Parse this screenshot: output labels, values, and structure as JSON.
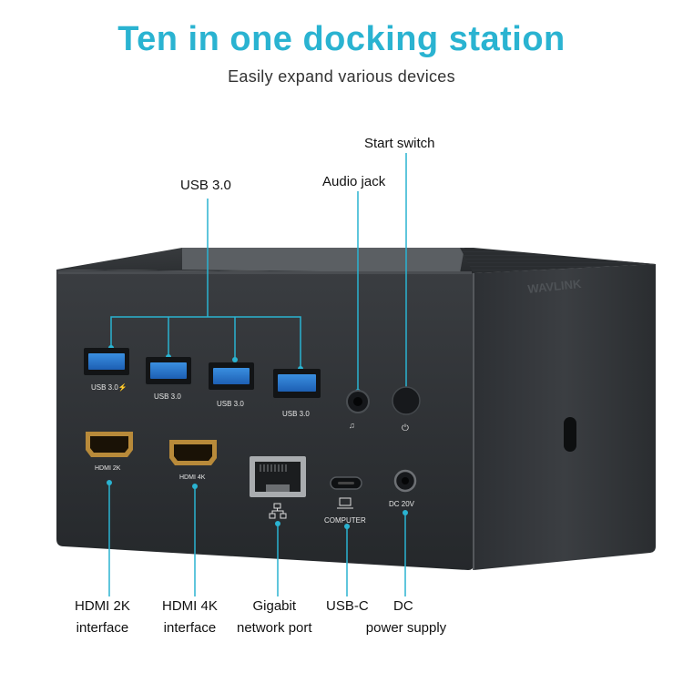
{
  "title": "Ten in one docking station",
  "subtitle": "Easily expand various devices",
  "callouts": {
    "usb": "USB 3.0",
    "audio": "Audio jack",
    "start": "Start switch",
    "hdmi2k": [
      "HDMI 2K",
      "interface"
    ],
    "hdmi4k": [
      "HDMI 4K",
      "interface"
    ],
    "gigabit": [
      "Gigabit",
      "network port"
    ],
    "usbc": "USB-C",
    "dc": [
      "DC",
      "power supply"
    ]
  },
  "device_text": {
    "usb_ports": [
      "USB 3.0⚡",
      "USB 3.0",
      "USB 3.0",
      "USB 3.0"
    ],
    "hdmi_ports": [
      "HDMI 2K",
      "HDMI 4K"
    ],
    "computer": "COMPUTER",
    "dc20v": "DC 20V",
    "brand": "WAVLINK"
  },
  "colors": {
    "accent": "#2ab3d1",
    "body": "#2b2e31"
  }
}
